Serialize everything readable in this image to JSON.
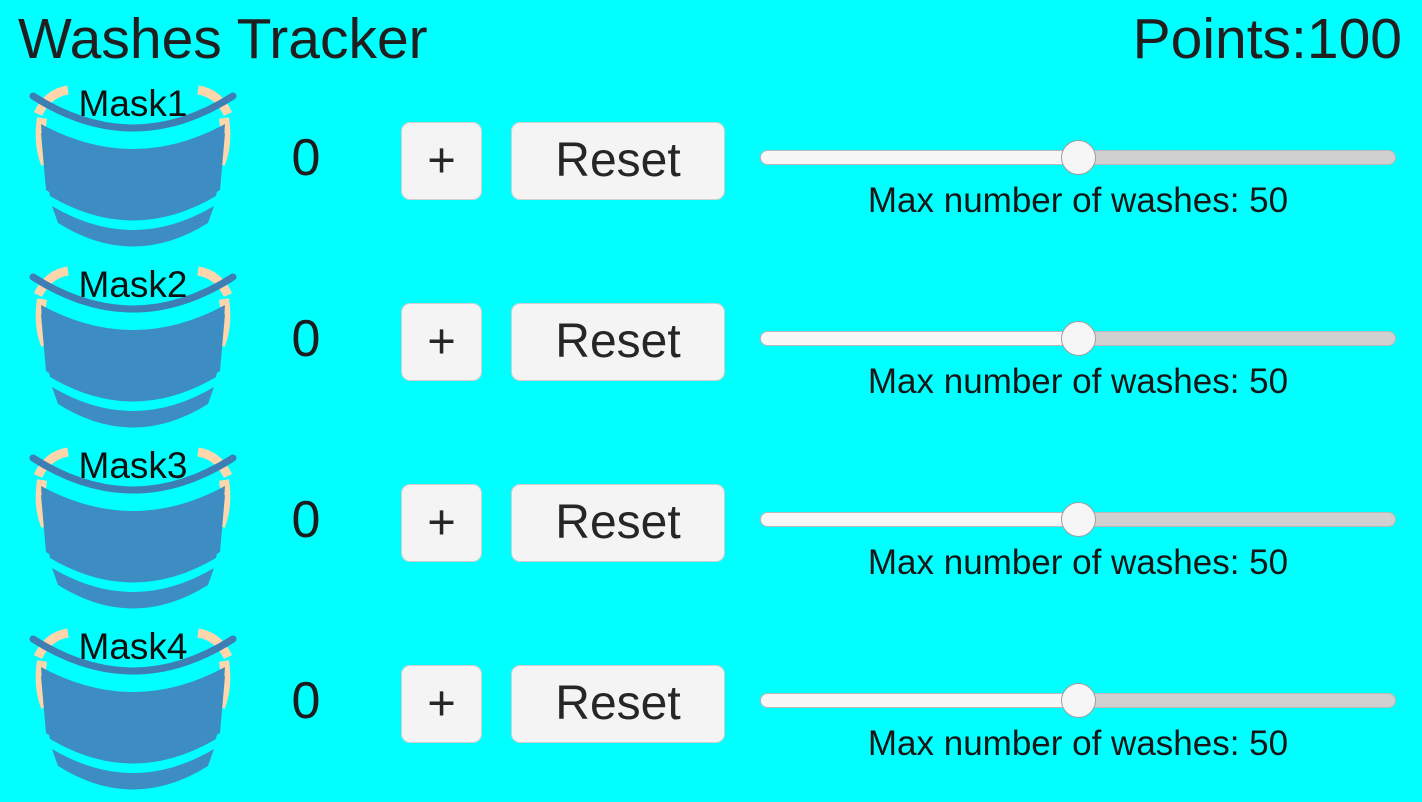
{
  "app": {
    "title": "Washes Tracker",
    "background_color": "#00ffff",
    "text_color": "#1c1c1c"
  },
  "header": {
    "title": "Washes Tracker",
    "points_label": "Points:100"
  },
  "colors": {
    "background": "#00ffff",
    "mask_body": "#3d8cc2",
    "mask_strap": "#ffd5ab",
    "button_face": "#f4f4f4",
    "button_border": "#cfcfcf",
    "slider_track": "#d0d0d0",
    "slider_fill": "#f7f7f7",
    "slider_thumb": "#f6f6f6"
  },
  "controls": {
    "increment_label": "+",
    "reset_label": "Reset",
    "mask_icon_name": "face-mask-icon"
  },
  "rows": [
    {
      "mask_label": "Mask1",
      "count": "0",
      "increment_label": "+",
      "reset_label": "Reset",
      "slider_caption": "Max number of washes: 50",
      "slider_value": 50,
      "slider_percent": 50
    },
    {
      "mask_label": "Mask2",
      "count": "0",
      "increment_label": "+",
      "reset_label": "Reset",
      "slider_caption": "Max number of washes: 50",
      "slider_value": 50,
      "slider_percent": 50
    },
    {
      "mask_label": "Mask3",
      "count": "0",
      "increment_label": "+",
      "reset_label": "Reset",
      "slider_caption": "Max number of washes: 50",
      "slider_value": 50,
      "slider_percent": 50
    },
    {
      "mask_label": "Mask4",
      "count": "0",
      "increment_label": "+",
      "reset_label": "Reset",
      "slider_caption": "Max number of washes: 50",
      "slider_value": 50,
      "slider_percent": 50
    }
  ]
}
